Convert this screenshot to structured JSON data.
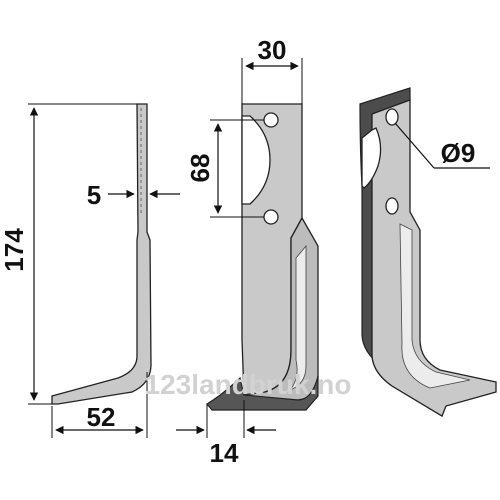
{
  "dimensions": {
    "length": "174",
    "thickness": "5",
    "foot_width": "52",
    "hole_spacing": "68",
    "blade_width": "30",
    "offset": "14",
    "hole_diameter": "Ø9"
  },
  "watermark": "123landbruk.no",
  "colors": {
    "metal_fill": "#c9c9c9",
    "metal_dark": "#505050",
    "outline": "#222222",
    "dimension_line": "#111111",
    "watermark": "#d2d2d2"
  }
}
